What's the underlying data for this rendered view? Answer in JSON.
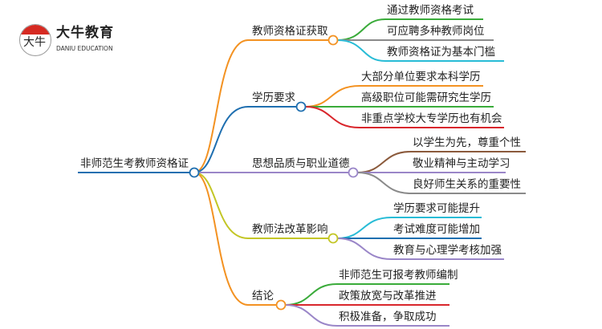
{
  "logo": {
    "cn": "大牛教育",
    "en": "DANIU EDUCATION",
    "mark": "大牛"
  },
  "root": {
    "label": "非师范生考教师资格证",
    "color": "#1f6fb0"
  },
  "branches": [
    {
      "label": "教师资格证获取",
      "color": "#f39222",
      "children": [
        {
          "label": "通过教师资格考试",
          "color": "#3aab3a"
        },
        {
          "label": "可应聘多种教师岗位",
          "color": "#8a8a8a"
        },
        {
          "label": "教师资格证为基本门槛",
          "color": "#28bcd6"
        }
      ]
    },
    {
      "label": "学历要求",
      "color": "#1f6fb0",
      "children": [
        {
          "label": "大部分单位要求本科学历",
          "color": "#f39222"
        },
        {
          "label": "高级职位可能需研究生学历",
          "color": "#3aab3a"
        },
        {
          "label": "非重点学校大专学历也有机会",
          "color": "#d9262c"
        }
      ]
    },
    {
      "label": "思想品质与职业道德",
      "color": "#9a86c8",
      "children": [
        {
          "label": "以学生为先，尊重个性",
          "color": "#8b5a3c"
        },
        {
          "label": "敬业精神与主动学习",
          "color": "#9a86c8"
        },
        {
          "label": "良好师生关系的重要性",
          "color": "#8a8a8a"
        }
      ]
    },
    {
      "label": "教师法改革影响",
      "color": "#c3c626",
      "children": [
        {
          "label": "学历要求可能提升",
          "color": "#28bcd6"
        },
        {
          "label": "考试难度可能增加",
          "color": "#1f6fb0"
        },
        {
          "label": "教育与心理学考核加强",
          "color": "#9a86c8"
        }
      ]
    },
    {
      "label": "结论",
      "color": "#f39222",
      "children": [
        {
          "label": "非师范生可报考教师编制",
          "color": "#3aab3a"
        },
        {
          "label": "政策放宽与改革推进",
          "color": "#d9262c"
        },
        {
          "label": "积极准备，争取成功",
          "color": "#9a86c8"
        }
      ]
    }
  ]
}
